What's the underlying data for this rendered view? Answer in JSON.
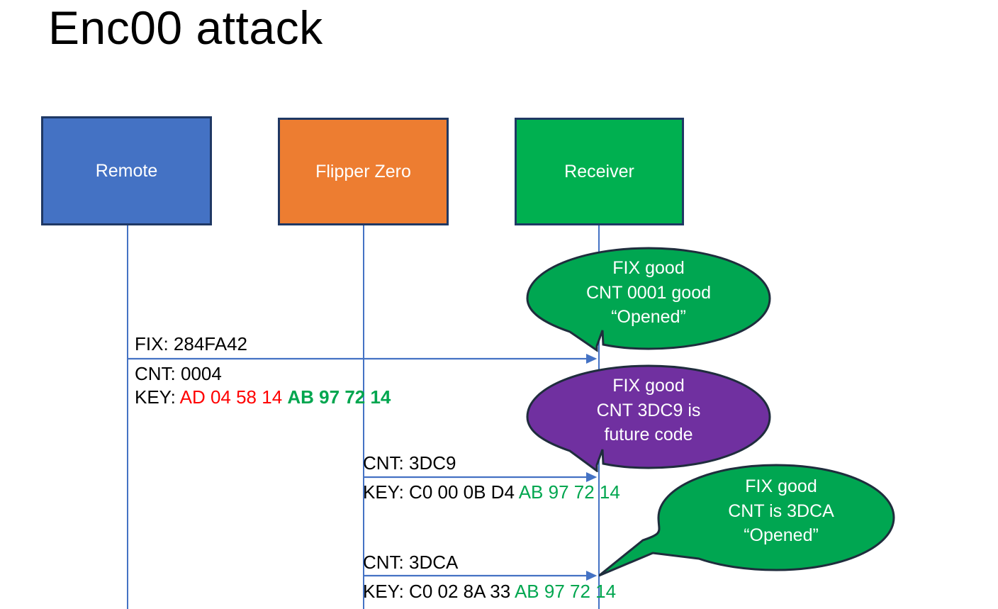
{
  "slide": {
    "title": "Enc00 attack"
  },
  "colors": {
    "remote": "#4472C4",
    "flipper": "#ED7D31",
    "receiver": "#00B050",
    "callout_green": "#00A651",
    "callout_purple": "#7030A0",
    "box_border": "#1F3864",
    "arrow": "#4472C4",
    "key_red": "#FF0000",
    "key_green": "#00A64F"
  },
  "actors": [
    {
      "id": "remote",
      "label": "Remote"
    },
    {
      "id": "flipper",
      "label": "Flipper Zero"
    },
    {
      "id": "receiver",
      "label": "Receiver"
    }
  ],
  "messages": [
    {
      "id": "msg1",
      "from": "remote",
      "to": "receiver",
      "above": "FIX: 284FA42",
      "below_line1": "CNT: 0004",
      "below_key_label": "KEY: ",
      "below_key_red": "AD 04 58 14",
      "below_key_green": "AB 97 72 14"
    },
    {
      "id": "msg2",
      "from": "flipper",
      "to": "receiver",
      "above": "CNT: 3DC9",
      "below_key_label": "KEY: C0 00 0B D4 ",
      "below_key_green": "AB 97 72 14"
    },
    {
      "id": "msg3",
      "from": "flipper",
      "to": "receiver",
      "above": "CNT: 3DCA",
      "below_key_label": "KEY: C0 02 8A 33 ",
      "below_key_green": "AB 97 72 14"
    }
  ],
  "callouts": [
    {
      "id": "callout-1",
      "color": "green",
      "line1": "FIX good",
      "line2": "CNT 0001 good",
      "line3": "“Opened”"
    },
    {
      "id": "callout-2",
      "color": "purple",
      "line1": "FIX good",
      "line2": "CNT 3DC9 is",
      "line3": "future code"
    },
    {
      "id": "callout-3",
      "color": "green",
      "line1": "FIX good",
      "line2": "CNT is 3DCA",
      "line3": "“Opened”"
    }
  ]
}
